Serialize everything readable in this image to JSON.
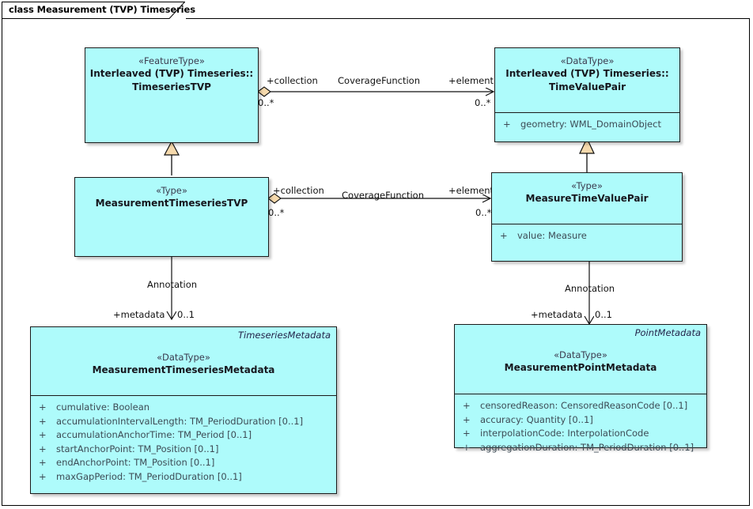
{
  "diagram": {
    "tab_title": "class Measurement (TVP) Timeseries",
    "colors": {
      "class_fill": "#aefbfb",
      "class_border": "#1a1a1a",
      "adornment_fill": "#f5d9ac",
      "line": "#111111",
      "attr_text": "#3d4b55",
      "stereotype_text": "#3b3b4f"
    }
  },
  "classes": {
    "timeseries_tvp": {
      "stereotype": "«FeatureType»",
      "name_line1": "Interleaved (TVP) Timeseries::",
      "name_line2": "TimeseriesTVP"
    },
    "time_value_pair": {
      "stereotype": "«DataType»",
      "name_line1": "Interleaved (TVP) Timeseries::",
      "name_line2": "TimeValuePair",
      "attributes": [
        {
          "visibility": "+",
          "text": "geometry: WML_DomainObject"
        }
      ]
    },
    "measurement_timeseries_tvp": {
      "stereotype": "«Type»",
      "name_line1": "MeasurementTimeseriesTVP"
    },
    "measure_time_value_pair": {
      "stereotype": "«Type»",
      "name_line1": "MeasureTimeValuePair",
      "attributes": [
        {
          "visibility": "+",
          "text": "value: Measure"
        }
      ]
    },
    "measurement_timeseries_metadata": {
      "corner_tag": "TimeseriesMetadata",
      "stereotype": "«DataType»",
      "name_line1": "MeasurementTimeseriesMetadata",
      "attributes": [
        {
          "visibility": "+",
          "text": "cumulative: Boolean"
        },
        {
          "visibility": "+",
          "text": "accumulationIntervalLength: TM_PeriodDuration [0..1]"
        },
        {
          "visibility": "+",
          "text": "accumulationAnchorTime: TM_Period [0..1]"
        },
        {
          "visibility": "+",
          "text": "startAnchorPoint: TM_Position [0..1]"
        },
        {
          "visibility": "+",
          "text": "endAnchorPoint: TM_Position [0..1]"
        },
        {
          "visibility": "+",
          "text": "maxGapPeriod: TM_PeriodDuration [0..1]"
        }
      ]
    },
    "measurement_point_metadata": {
      "corner_tag": "PointMetadata",
      "stereotype": "«DataType»",
      "name_line1": "MeasurementPointMetadata",
      "attributes": [
        {
          "visibility": "+",
          "text": "censoredReason: CensoredReasonCode [0..1]"
        },
        {
          "visibility": "+",
          "text": "accuracy: Quantity [0..1]"
        },
        {
          "visibility": "+",
          "text": "interpolationCode: InterpolationCode"
        },
        {
          "visibility": "+",
          "text": "aggregationDuration: TM_PeriodDuration [0..1]"
        }
      ]
    }
  },
  "connectors": {
    "coverage_top": {
      "name": "CoverageFunction",
      "source_role": "+collection",
      "source_mult": "0..*",
      "target_role": "+element",
      "target_mult": "0..*"
    },
    "coverage_bottom": {
      "name": "CoverageFunction",
      "source_role": "+collection",
      "source_mult": "0..*",
      "target_role": "+element",
      "target_mult": "0..*"
    },
    "annotation_left": {
      "name": "Annotation",
      "role": "+metadata",
      "mult": "0..1"
    },
    "annotation_right": {
      "name": "Annotation",
      "role": "+metadata",
      "mult": "0..1"
    }
  }
}
